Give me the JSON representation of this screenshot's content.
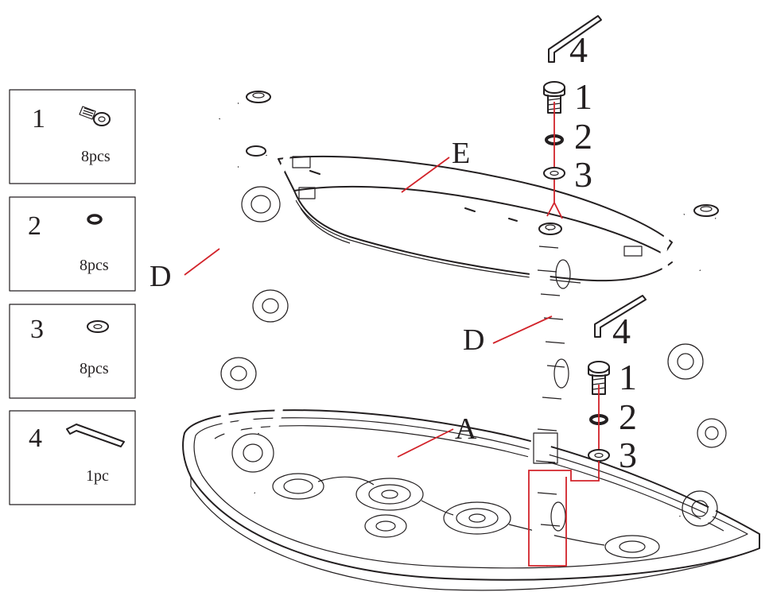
{
  "parts": [
    {
      "number": "1",
      "qty": "8pcs",
      "icon": "bolt-icon"
    },
    {
      "number": "2",
      "qty": "8pcs",
      "icon": "lock-washer-icon"
    },
    {
      "number": "3",
      "qty": "8pcs",
      "icon": "flat-washer-icon"
    },
    {
      "number": "4",
      "qty": "1pc",
      "icon": "allen-key-icon"
    }
  ],
  "callouts": {
    "e": "E",
    "d_left": "D",
    "d_right": "D",
    "a": "A"
  },
  "top_stack": {
    "key": "4",
    "bolt": "1",
    "lock_washer": "2",
    "flat_washer": "3"
  },
  "bottom_stack": {
    "key": "4",
    "bolt": "1",
    "lock_washer": "2",
    "flat_washer": "3"
  },
  "colors": {
    "ink": "#231f20",
    "leader": "#d2232a",
    "background": "#ffffff"
  }
}
